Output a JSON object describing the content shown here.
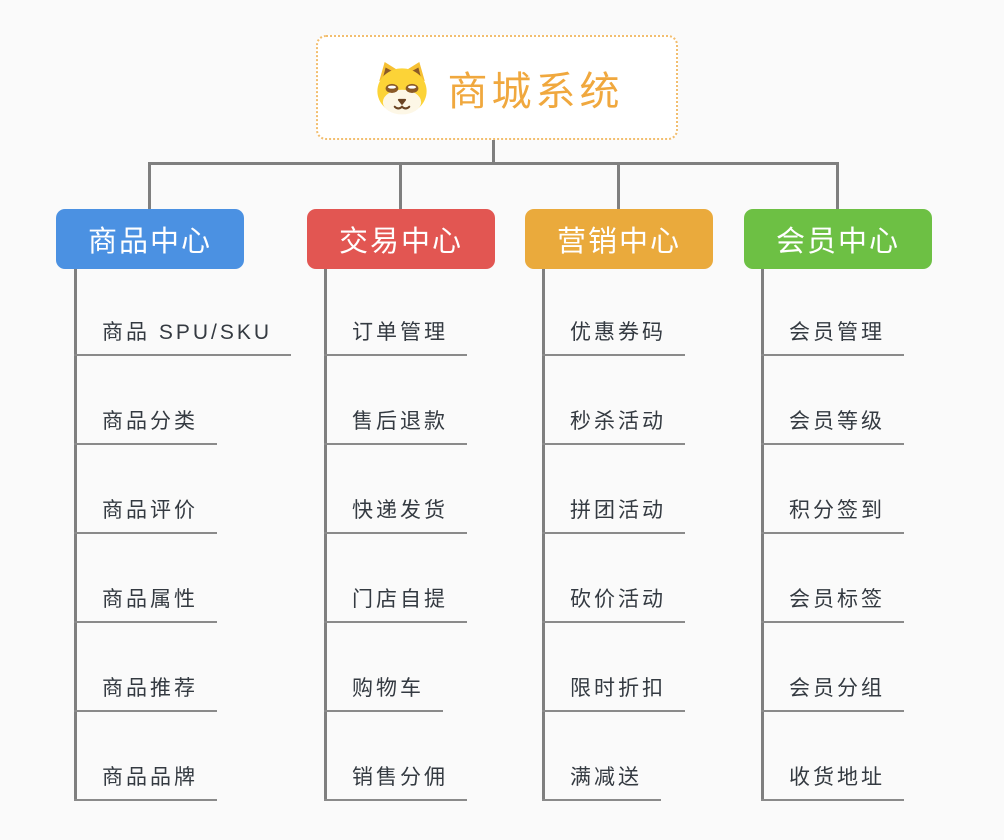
{
  "page": {
    "background": "#fafafa",
    "connector_color": "#7f7f7f",
    "underline_color": "#8a8a8a"
  },
  "root": {
    "title": "商城系统",
    "icon": "shiba-dog-icon",
    "text_color": "#f0a83e",
    "border_color": "#f2be6f"
  },
  "branches": [
    {
      "label": "商品中心",
      "color": "#4b91e2",
      "children": [
        "商品 SPU/SKU",
        "商品分类",
        "商品评价",
        "商品属性",
        "商品推荐",
        "商品品牌"
      ]
    },
    {
      "label": "交易中心",
      "color": "#e25652",
      "children": [
        "订单管理",
        "售后退款",
        "快递发货",
        "门店自提",
        "购物车",
        "销售分佣"
      ]
    },
    {
      "label": "营销中心",
      "color": "#eaaa3c",
      "children": [
        "优惠券码",
        "秒杀活动",
        "拼团活动",
        "砍价活动",
        "限时折扣",
        "满减送"
      ]
    },
    {
      "label": "会员中心",
      "color": "#6dc044",
      "children": [
        "会员管理",
        "会员等级",
        "积分签到",
        "会员标签",
        "会员分组",
        "收货地址"
      ]
    }
  ]
}
